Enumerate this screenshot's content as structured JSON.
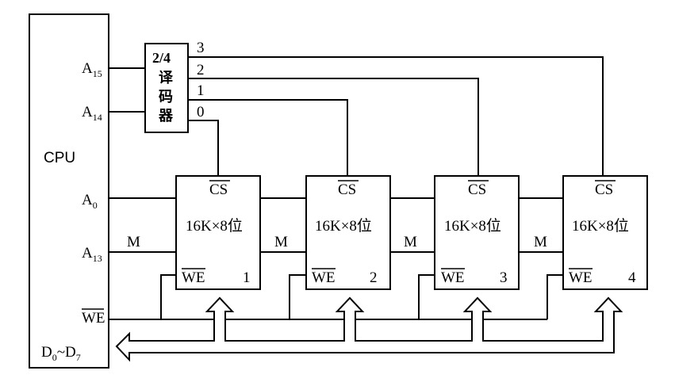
{
  "cpu": {
    "label": "CPU",
    "pins": {
      "a15": {
        "main": "A",
        "sub": "15"
      },
      "a14": {
        "main": "A",
        "sub": "14"
      },
      "a0": {
        "main": "A",
        "sub": "0"
      },
      "a13": {
        "main": "A",
        "sub": "13"
      },
      "we": "WE",
      "data": {
        "d0": "D",
        "d0_sub": "0",
        "tilde": "~",
        "d7": "D",
        "d7_sub": "7"
      }
    }
  },
  "decoder": {
    "lines": [
      "2/4",
      "译",
      "码",
      "器"
    ],
    "outputs": [
      "3",
      "2",
      "1",
      "0"
    ]
  },
  "address_bus_label": "M",
  "chips": [
    {
      "cs": "CS",
      "capacity": "16K×8位",
      "we": "WE",
      "number": "1"
    },
    {
      "cs": "CS",
      "capacity": "16K×8位",
      "we": "WE",
      "number": "2"
    },
    {
      "cs": "CS",
      "capacity": "16K×8位",
      "we": "WE",
      "number": "3"
    },
    {
      "cs": "CS",
      "capacity": "16K×8位",
      "we": "WE",
      "number": "4"
    }
  ],
  "colors": {
    "ink": "#000000",
    "paper": "#ffffff"
  }
}
